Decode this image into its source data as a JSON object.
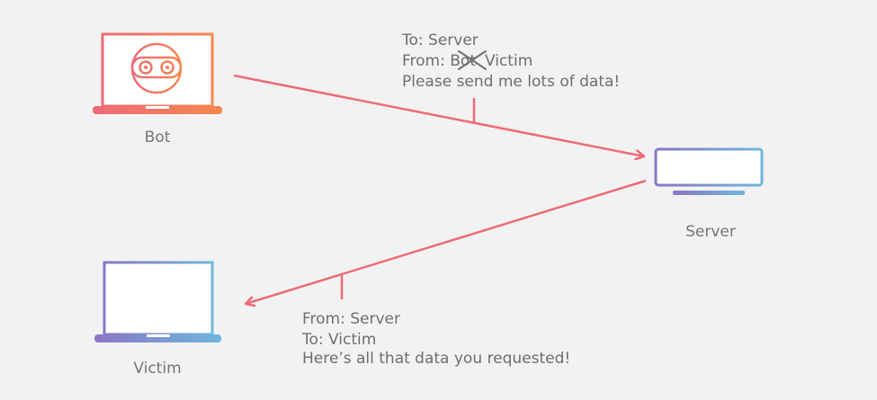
{
  "nodes": {
    "bot": {
      "label": "Bot"
    },
    "server": {
      "label": "Server"
    },
    "victim": {
      "label": "Victim"
    }
  },
  "request_message": {
    "line1": "To: Server",
    "line2_prefix": "From: ",
    "line2_struck": "Bot",
    "line2_spoofed": "Victim",
    "line3": "Please send me lots of data!"
  },
  "response_message": {
    "line1": "From: Server",
    "line2": "To: Victim",
    "line3": "Here’s all that data you requested!"
  },
  "colors": {
    "background": "#f2f2f2",
    "arrow": "#ee6b78",
    "bot_gradient": [
      "#ee6b78",
      "#f5874f"
    ],
    "device_gradient": [
      "#8a76c4",
      "#6fb6df"
    ],
    "text": "#6e6e6e"
  },
  "icons": {
    "bot": "robot-laptop-icon",
    "server": "server-icon",
    "victim": "laptop-icon",
    "strike": "cross-out-icon"
  }
}
